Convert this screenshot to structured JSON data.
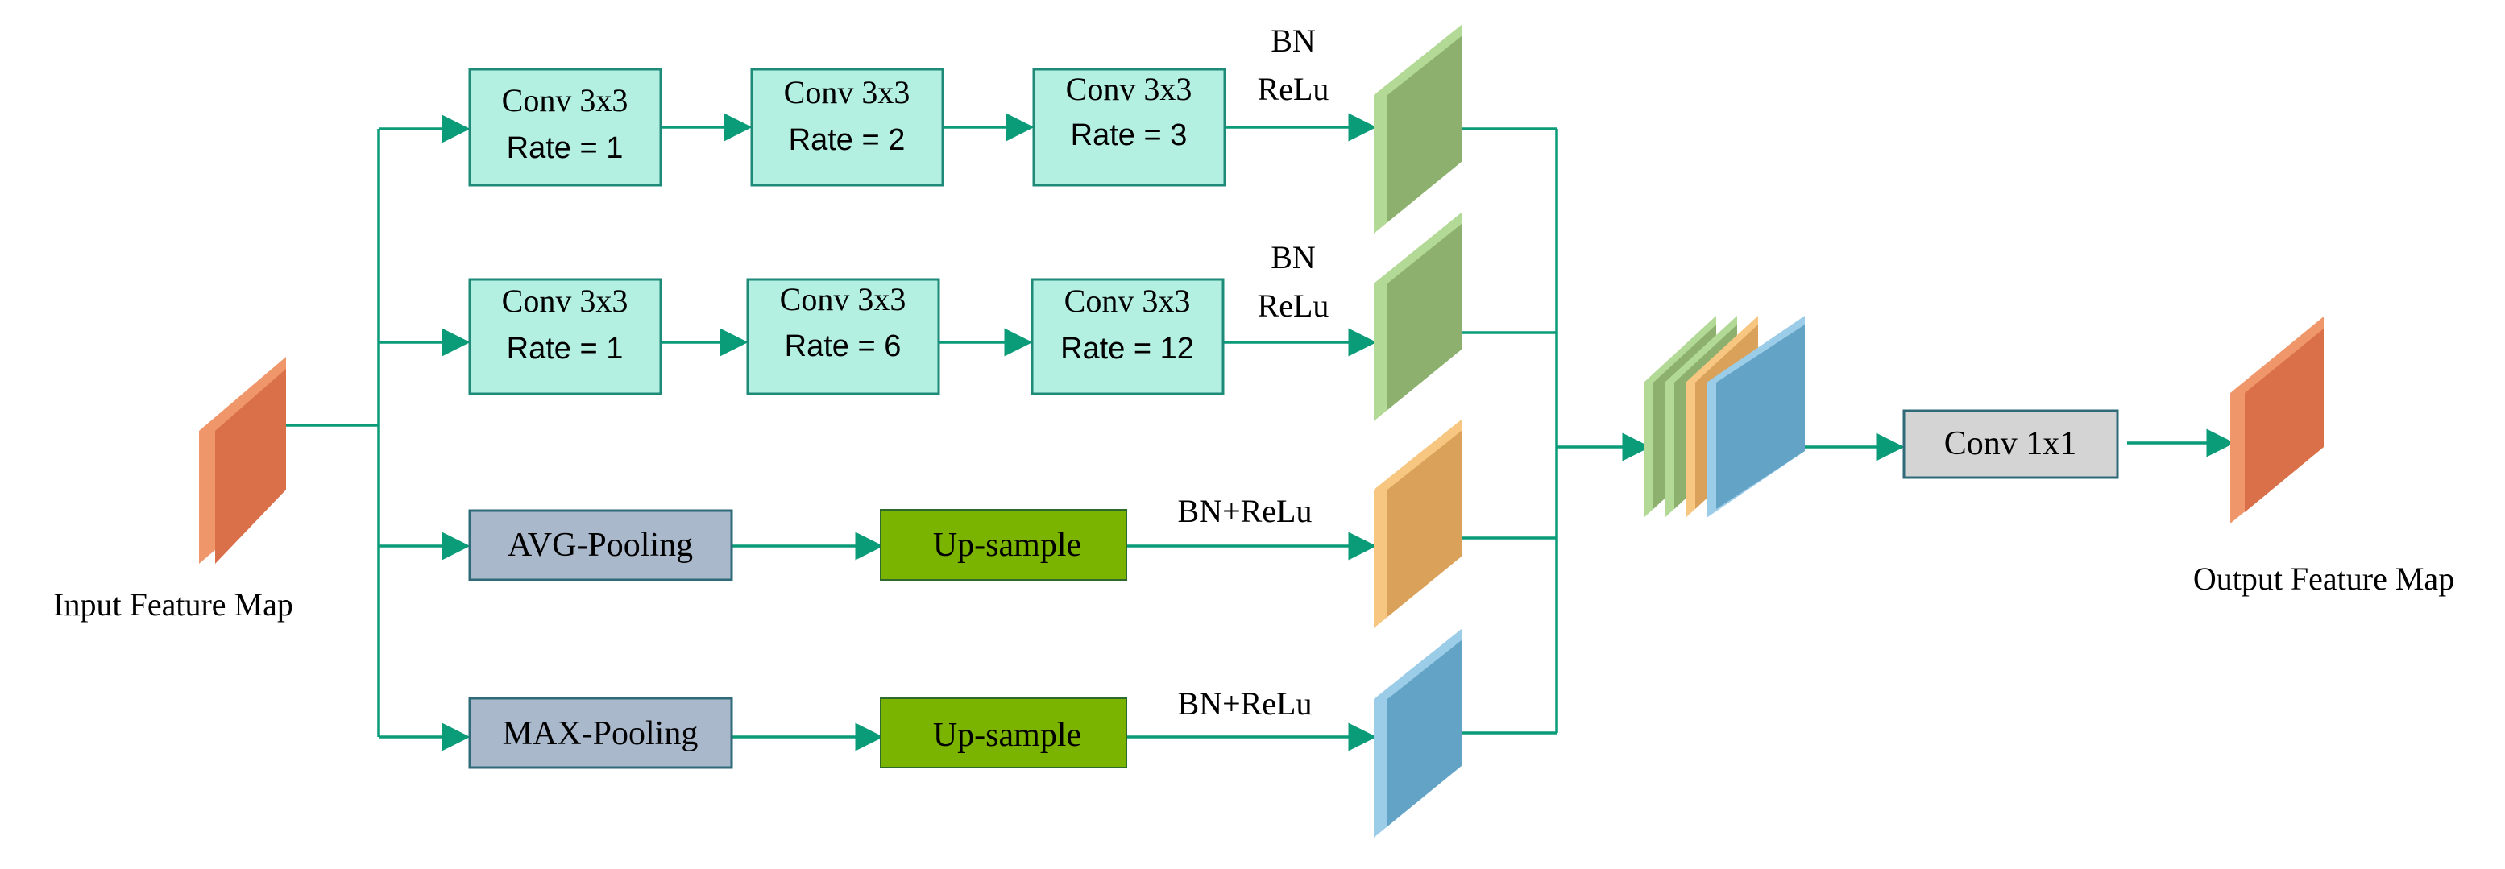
{
  "input_label": "Input Feature Map",
  "output_label": "Output Feature Map",
  "branches": [
    {
      "convs": [
        {
          "title": "Conv 3x3",
          "rate": "Rate = 1"
        },
        {
          "title": "Conv 3x3",
          "rate": "Rate = 2"
        },
        {
          "title": "Conv 3x3",
          "rate": "Rate = 3"
        }
      ],
      "label_top": "BN",
      "label_bottom": "ReLu"
    },
    {
      "convs": [
        {
          "title": "Conv 3x3",
          "rate": "Rate = 1"
        },
        {
          "title": "Conv 3x3",
          "rate": "Rate = 6"
        },
        {
          "title": "Conv 3x3",
          "rate": "Rate = 12"
        }
      ],
      "label_top": "BN",
      "label_bottom": "ReLu"
    },
    {
      "pool": "AVG-Pooling",
      "upsample": "Up-sample",
      "label": "BN+ReLu"
    },
    {
      "pool": "MAX-Pooling",
      "upsample": "Up-sample",
      "label": "BN+ReLu"
    }
  ],
  "final_conv": "Conv 1x1",
  "colors": {
    "arrow": "#0a9b78",
    "conv_fill": "#b3f0e2",
    "conv_border": "#1e8a78",
    "pool_fill": "#aab8cc",
    "pool_border": "#2e6a78",
    "upsample_fill": "#7ab300",
    "final_conv_fill": "#d4d4d4",
    "feature_map_orange": "#d97049",
    "feature_map_green": "#8db06e",
    "feature_map_amber": "#d9a15a",
    "feature_map_blue": "#63a3c6"
  }
}
